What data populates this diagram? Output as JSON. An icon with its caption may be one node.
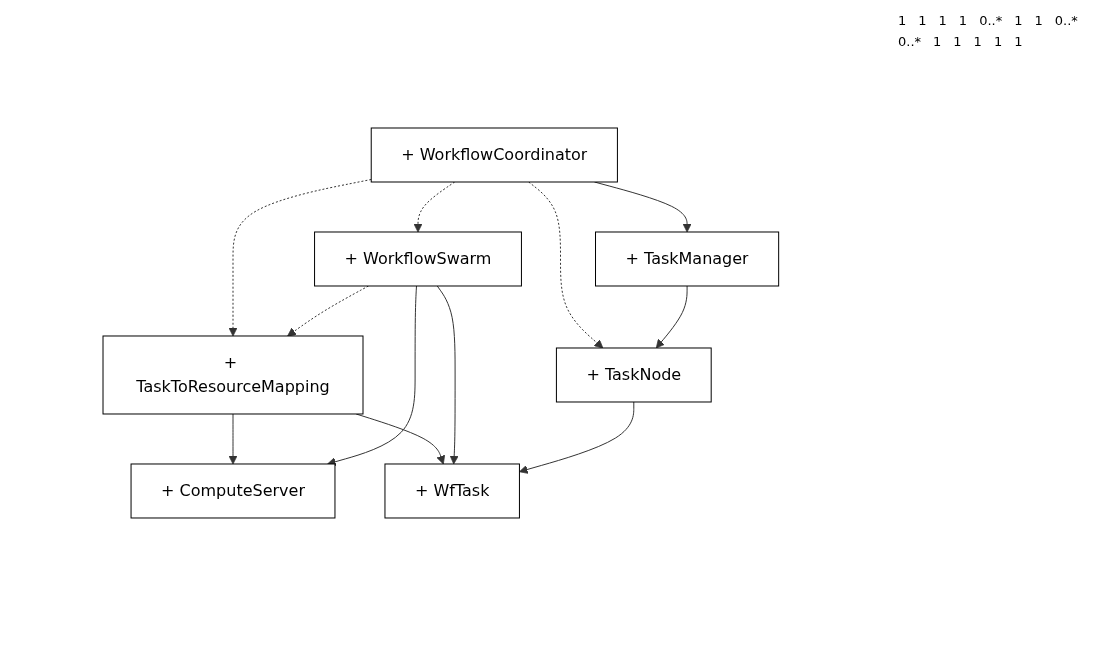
{
  "diagram": {
    "nodes": [
      {
        "text": [
          "+ TaskToResourceMapping"
        ]
      },
      {
        "text": [
          "+ WorkflowCoordinator"
        ]
      },
      {
        "text": [
          "+ WorkflowSwarm"
        ]
      },
      {
        "text": [
          "+ ComputeServer"
        ]
      },
      {
        "text": [
          "+ TaskManager"
        ]
      },
      {
        "text": [
          "+ TaskNode"
        ]
      },
      {
        "text": [
          "+ WfTask"
        ]
      }
    ],
    "edges": [
      {
        "from": 1,
        "to": 0,
        "arrow": "to",
        "style": "dashed"
      },
      {
        "from": 2,
        "to": 0,
        "arrow": "to",
        "style": "dashed"
      },
      {
        "from": 0,
        "to": 3,
        "arrow": "to"
      },
      {
        "from": 0,
        "to": 6,
        "arrow": "to"
      },
      {
        "from": 1,
        "to": 2,
        "arrow": "to",
        "style": "dashed"
      },
      {
        "from": 2,
        "to": 3,
        "arrow": "to"
      },
      {
        "from": 1,
        "to": 5,
        "arrow": "to",
        "style": "dashed"
      },
      {
        "from": 1,
        "to": 4,
        "arrow": "to"
      },
      {
        "from": 2,
        "to": 6,
        "arrow": "to"
      },
      {
        "from": 4,
        "to": 5,
        "arrow": "to"
      },
      {
        "from": 5,
        "to": 6,
        "arrow": "to"
      }
    ],
    "labels": [
      "1",
      "1",
      "1",
      "1",
      "0..*",
      "1",
      "1",
      "0..*",
      "0..*",
      "1",
      "1",
      "1",
      "1",
      "1"
    ]
  }
}
